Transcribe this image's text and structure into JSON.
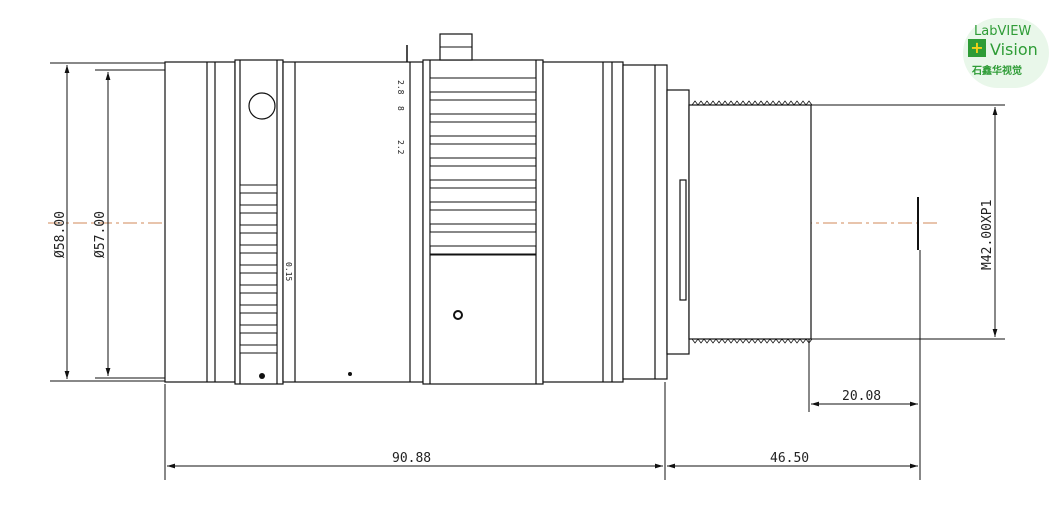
{
  "dimensions": {
    "outer_diameter": "Ø58.00",
    "inner_diameter": "Ø57.00",
    "thread": "M42.00XP1",
    "length_total": "90.88",
    "length_thread": "46.50",
    "flange_offset": "20.08"
  },
  "scale_marks": {
    "f_stop_1": "2.8",
    "f_stop_2": "8",
    "f_stop_3": "2.2",
    "focus_min": "0.15"
  },
  "logo": {
    "line1": "LabVIEW",
    "line2": "Vision",
    "line3": "石鑫华视觉",
    "plus": "+"
  },
  "colors": {
    "stroke": "#111111",
    "centerline": "#d08a5a",
    "logo_green": "#2e9c36",
    "logo_yellow": "#f4d21a"
  }
}
